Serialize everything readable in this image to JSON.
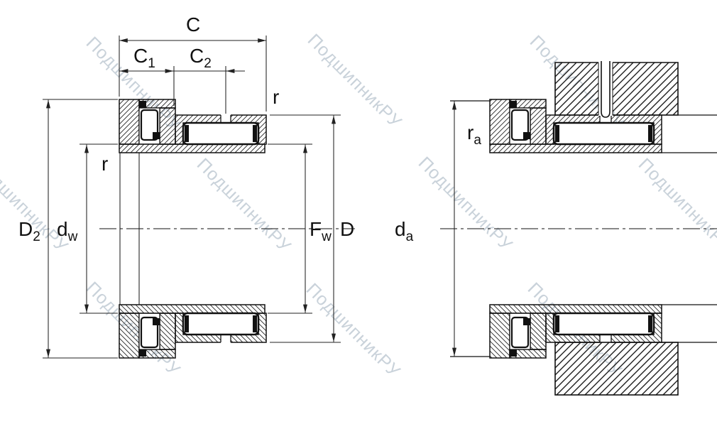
{
  "watermark": {
    "text": "ПодшипникРУ",
    "color": "#c9d2da"
  },
  "dims": {
    "C": {
      "main": "C"
    },
    "C1": {
      "main": "C",
      "sub": "1"
    },
    "C2": {
      "main": "C",
      "sub": "2"
    },
    "r_top": {
      "main": "r"
    },
    "r_bore": {
      "main": "r"
    },
    "D2": {
      "main": "D",
      "sub": "2"
    },
    "dw": {
      "main": "d",
      "sub": "w"
    },
    "Fw": {
      "main": "F",
      "sub": "w"
    },
    "D": {
      "main": "D"
    },
    "da": {
      "main": "d",
      "sub": "a"
    },
    "ra": {
      "main": "r",
      "sub": "a"
    }
  }
}
